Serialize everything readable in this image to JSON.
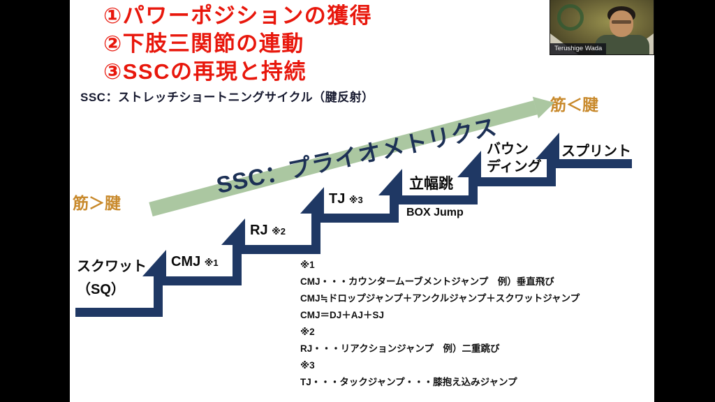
{
  "colors": {
    "title_red": "#e8170c",
    "step_navy": "#1f3864",
    "label_orange": "#c8892b",
    "arrow_green": "#abc7a1"
  },
  "webcam": {
    "participant_name": "Terushige Wada"
  },
  "slide": {
    "titles": [
      "①パワーポジションの獲得",
      "②下肢三関節の連動",
      "③SSCの再現と持続"
    ],
    "subtitle": "SSC：ストレッチショートニングサイクル（腱反射）",
    "arrow_label": "SSC：プライオメトリクス",
    "left_label": "筋＞腱",
    "right_label": "筋＜腱",
    "steps": {
      "squat": {
        "line1": "スクワット",
        "line2": "（SQ）"
      },
      "cmj": {
        "label": "CMJ",
        "note": "※1"
      },
      "rj": {
        "label": "RJ",
        "note": "※2"
      },
      "tj": {
        "label": "TJ",
        "note": "※3"
      },
      "standing_jump": {
        "label": "立幅跳",
        "sublabel": "BOX Jump"
      },
      "bounding": {
        "line1": "バウン",
        "line2": "ディング"
      },
      "sprint": {
        "label": "スプリント"
      }
    },
    "footnotes": [
      "※1",
      "CMJ・・・カウンタームーブメントジャンプ　例）垂直飛び",
      "CMJ≒ドロップジャンプ＋アンクルジャンプ＋スクワットジャンプ",
      "CMJ＝DJ＋AJ＋SJ",
      "※2",
      "RJ・・・リアクションジャンプ　例）二重跳び",
      "※3",
      "TJ・・・タックジャンプ・・・膝抱え込みジャンプ"
    ]
  }
}
